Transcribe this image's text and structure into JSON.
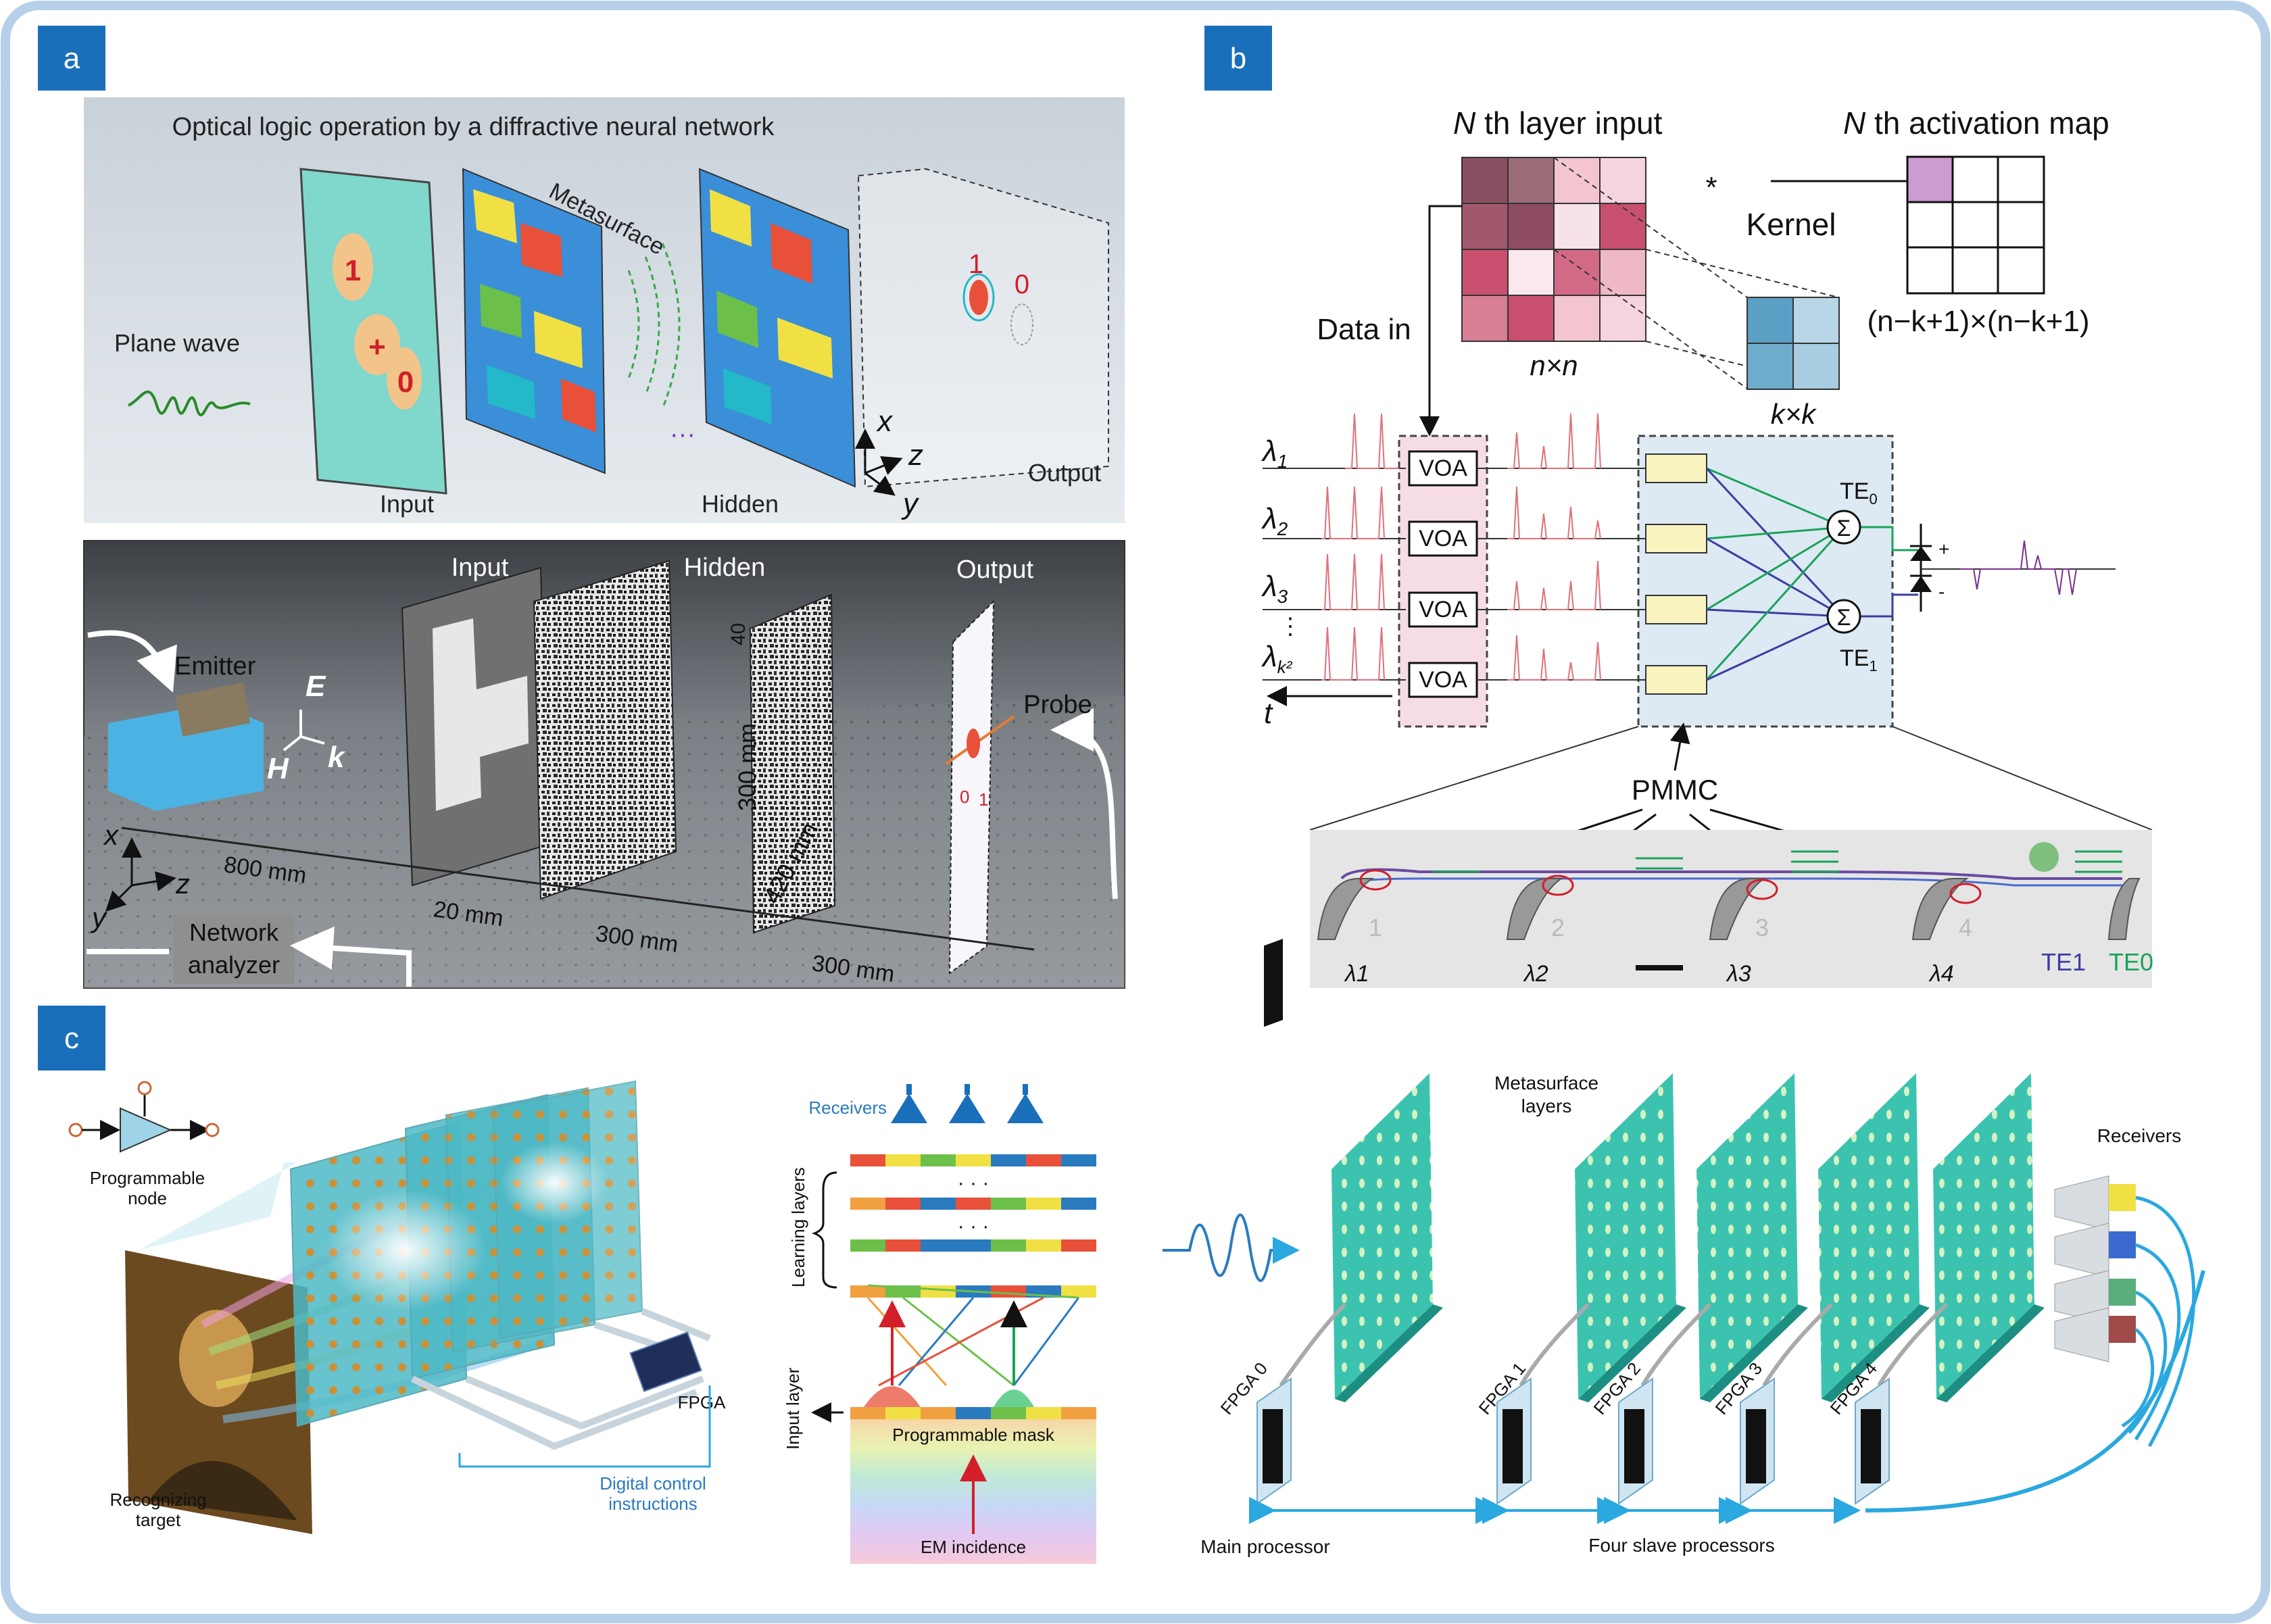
{
  "panels": {
    "a": {
      "label": "a",
      "top": {
        "title": "Optical logic operation by a diffractive neural network",
        "plane_wave": "Plane wave",
        "metasurface": "Metasurface",
        "digit_one": "1",
        "digit_plus": "+",
        "digit_zero": "0",
        "out_one": "1",
        "out_zero": "0",
        "dots": "···",
        "axis_x": "x",
        "axis_y": "y",
        "axis_z": "z",
        "input": "Input",
        "hidden": "Hidden",
        "output": "Output"
      },
      "bottom": {
        "input": "Input",
        "hidden": "Hidden",
        "output": "Output",
        "emitter": "Emitter",
        "probe": "Probe",
        "field_E": "E",
        "field_H": "H",
        "field_k": "k",
        "axis_x": "x",
        "axis_y": "y",
        "axis_z": "z",
        "d_800": "800 mm",
        "d_20": "20 mm",
        "d_300a": "300 mm",
        "d_300b": "300 mm",
        "d_300v": "300 mm",
        "d_420": "420 mm",
        "d_40": "40",
        "network_line1": "Network",
        "network_line2": "analyzer",
        "out_one": "1",
        "out_zero": "0"
      }
    },
    "b": {
      "label": "b",
      "nth_input_N": "N",
      "nth_input": " th layer input",
      "nth_map_N": "N",
      "nth_map": " th activation map",
      "star": "*",
      "kernel": "Kernel",
      "data_in": "Data in",
      "n_n": "n×n",
      "k_k": "k×k",
      "map_size": "(n−k+1)×(n−k+1)",
      "lambdas": [
        "λ1",
        "λ2",
        "λ3",
        "λk²"
      ],
      "lambda_base": "λ",
      "lambda_subs": [
        "1",
        "2",
        "3",
        "k²"
      ],
      "vdots": "⋮",
      "t": "t",
      "voa": [
        "VOA",
        "VOA",
        "VOA",
        "VOA"
      ],
      "te0_base": "TE",
      "te0_sub": "0",
      "te1_base": "TE",
      "te1_sub": "1",
      "sigma": "Σ",
      "plus": "+",
      "minus": "-",
      "pmmc": "PMMC",
      "chip_lambdas": [
        "λ1",
        "λ2",
        "λ3",
        "λ4"
      ],
      "chip_te1": "TE1",
      "chip_te0": "TE0",
      "chip_digits": [
        "1",
        "2",
        "3",
        "4"
      ]
    },
    "c": {
      "label": "c",
      "left": {
        "programmable_node_1": "Programmable",
        "programmable_node_2": "node",
        "fpga": "FPGA",
        "recognizing_1": "Recognizing",
        "recognizing_2": "target",
        "digital_1": "Digital control",
        "digital_2": "instructions"
      },
      "middle": {
        "receivers": "Receivers",
        "learning_layers": "Learning layers",
        "input_layer": "Input layer",
        "programmable_mask": "Programmable mask",
        "em_incidence": "EM incidence",
        "dots": "· · ·"
      },
      "right": {
        "metasurface_1": "Metasurface",
        "metasurface_2": "layers",
        "receivers": "Receivers",
        "fpgas": [
          "FPGA 0",
          "FPGA 1",
          "FPGA 2",
          "FPGA 3",
          "FPGA 4"
        ],
        "main_processor": "Main processor",
        "slave_processors": "Four slave processors"
      }
    }
  },
  "colors": {
    "frame": "#b7cfe8",
    "label_bg": "#1a6fba",
    "metasurface_teal": "#3bbfb0",
    "voa_box": "#f6dde4",
    "pmmc_box": "#dde9f3",
    "green_wire": "#19a35a",
    "blue_wire": "#3a3ea0",
    "cable_blue": "#2aa8df",
    "kernel_blue": "#5a9fc4",
    "matrix_pink": "#c8506e"
  }
}
